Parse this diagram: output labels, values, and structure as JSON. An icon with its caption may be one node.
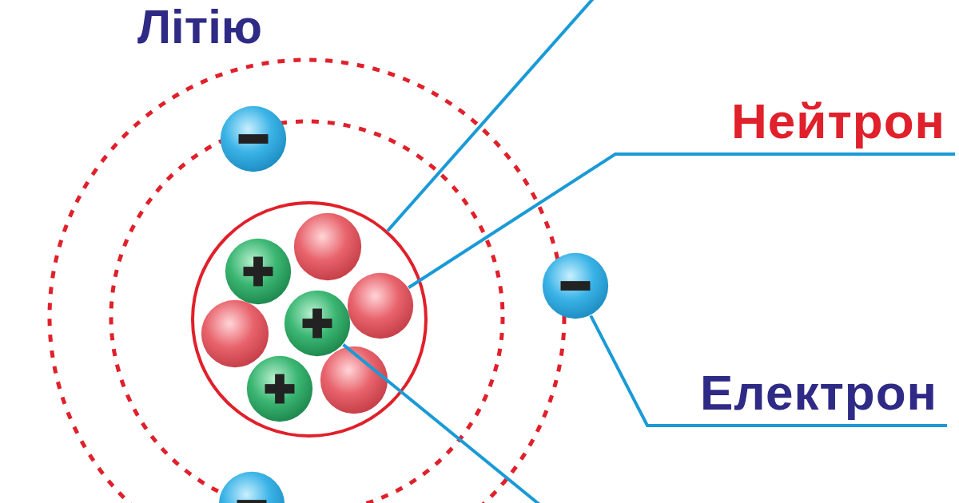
{
  "diagram": {
    "nodes": [
      {
        "text": [],
        "shape": "circle"
      },
      {
        "text": [],
        "shape": "circle"
      },
      {
        "text": [],
        "shape": "circle",
        "in": 1
      },
      {
        "text": [],
        "shape": "circle",
        "in": 1
      },
      {
        "text": [],
        "shape": "circle",
        "in": 1
      },
      {
        "text": [],
        "shape": "circle",
        "in": 1
      },
      {
        "text": [],
        "shape": "circle",
        "in": 1
      },
      {
        "text": [],
        "shape": "circle",
        "in": 1
      },
      {
        "text": [],
        "shape": "circle",
        "in": 1
      },
      {
        "text": [
          "Нейтрон"
        ]
      },
      {
        "text": [],
        "shape": "circle"
      },
      {
        "text": [
          "Електрон"
        ]
      },
      {
        "text": [],
        "shape": "circle"
      }
    ],
    "edges": [
      {
        "from": 9,
        "to": 4,
        "arrow": "none"
      },
      {
        "from": 11,
        "to": 10,
        "arrow": "none"
      },
      {
        "from": null,
        "to": 1,
        "arrow": "none"
      },
      {
        "from": null,
        "to": 5,
        "arrow": "none"
      }
    ],
    "labels": [
      "Літію"
    ]
  }
}
